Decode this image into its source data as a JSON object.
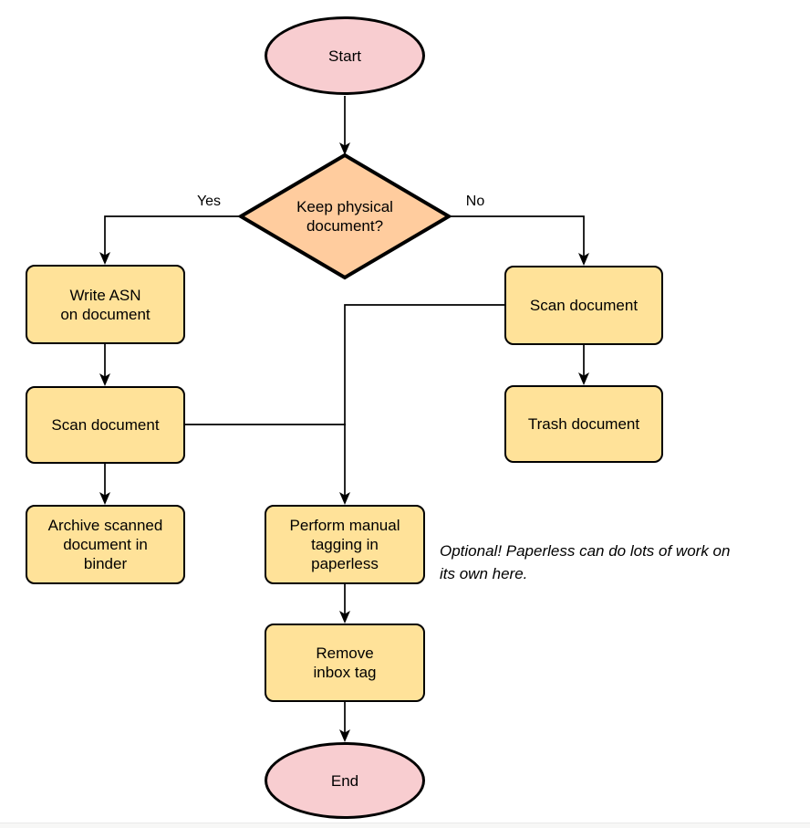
{
  "nodes": {
    "start": {
      "label": "Start",
      "shape": "terminator"
    },
    "decision": {
      "label": "Keep physical\ndocument?",
      "shape": "diamond"
    },
    "write_asn": {
      "label": "Write ASN\non document",
      "shape": "process"
    },
    "scan_document_left": {
      "label": "Scan document",
      "shape": "process"
    },
    "archive_binder": {
      "label": "Archive scanned\ndocument in\nbinder",
      "shape": "process"
    },
    "scan_document_right": {
      "label": "Scan document",
      "shape": "process"
    },
    "trash_document": {
      "label": "Trash document",
      "shape": "process"
    },
    "manual_tagging": {
      "label": "Perform manual\ntagging in\npaperless",
      "shape": "process"
    },
    "remove_inbox_tag": {
      "label": "Remove\ninbox tag",
      "shape": "process"
    },
    "end": {
      "label": "End",
      "shape": "terminator"
    }
  },
  "edge_labels": {
    "yes": "Yes",
    "no": "No"
  },
  "annotation": {
    "text": "Optional! Paperless can do lots of work on\nits own here."
  },
  "colors": {
    "terminator_fill": "#f8cdd0",
    "decision_fill": "#ffcc9e",
    "process_fill": "#ffe299",
    "stroke": "#000000"
  }
}
